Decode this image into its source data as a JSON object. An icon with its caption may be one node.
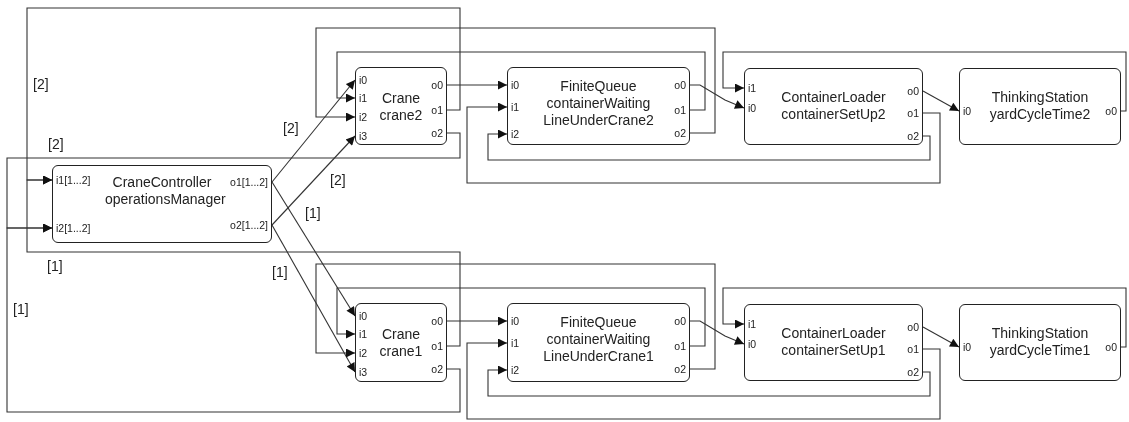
{
  "diagram": {
    "nodes": [
      {
        "text": [
          "i1[1...2]",
          "i2[1...2]",
          "CraneController operationsManager",
          "o1[1...2]",
          "o2[1...2]"
        ]
      },
      {
        "text": [
          "i0",
          "i1",
          "i2",
          "i3",
          "Crane crane2",
          "o0",
          "o1",
          "o2"
        ]
      },
      {
        "text": [
          "i0",
          "i1",
          "i2",
          "FiniteQueue containerWaiting LineUnderCrane2",
          "o0",
          "o1",
          "o2"
        ]
      },
      {
        "text": [
          "i1",
          "i0",
          "ContainerLoader containerSetUp2",
          "o0",
          "o1",
          "o2"
        ]
      },
      {
        "text": [
          "i0",
          "ThinkingStation yardCycleTime2",
          "o0"
        ]
      },
      {
        "text": [
          "i0",
          "i1",
          "i2",
          "i3",
          "Crane crane1",
          "o0",
          "o1",
          "o2"
        ]
      },
      {
        "text": [
          "i0",
          "i1",
          "i2",
          "FiniteQueue containerWaiting LineUnderCrane1",
          "o0",
          "o1",
          "o2"
        ]
      },
      {
        "text": [
          "i1",
          "i0",
          "ContainerLoader containerSetUp1",
          "o0",
          "o1",
          "o2"
        ]
      },
      {
        "text": [
          "i0",
          "ThinkingStation yardCycleTime1",
          "o0"
        ]
      }
    ],
    "edges": [
      {
        "from": 0,
        "to": 1,
        "arrow": "to",
        "label": "[2]"
      },
      {
        "from": 0,
        "to": 1,
        "arrow": "to",
        "label": "[2]"
      },
      {
        "from": 0,
        "to": 5,
        "arrow": "to",
        "label": "[1]"
      },
      {
        "from": 0,
        "to": 5,
        "arrow": "to",
        "label": "[1]"
      },
      {
        "from": 1,
        "to": 0,
        "arrow": "to",
        "label": "[2]"
      },
      {
        "from": 1,
        "to": 0,
        "arrow": "to",
        "label": "[2]"
      },
      {
        "from": 5,
        "to": 0,
        "arrow": "to",
        "label": "[1]"
      },
      {
        "from": 5,
        "to": 0,
        "arrow": "to",
        "label": "[1]"
      },
      {
        "from": 1,
        "to": 2,
        "arrow": "to"
      },
      {
        "from": 2,
        "to": 1,
        "arrow": "to"
      },
      {
        "from": 2,
        "to": 1,
        "arrow": "to"
      },
      {
        "from": 2,
        "to": 3,
        "arrow": "to"
      },
      {
        "from": 3,
        "to": 2,
        "arrow": "to"
      },
      {
        "from": 3,
        "to": 2,
        "arrow": "to"
      },
      {
        "from": 3,
        "to": 4,
        "arrow": "to"
      },
      {
        "from": 4,
        "to": 3,
        "arrow": "to"
      },
      {
        "from": 5,
        "to": 6,
        "arrow": "to"
      },
      {
        "from": 6,
        "to": 5,
        "arrow": "to"
      },
      {
        "from": 6,
        "to": 5,
        "arrow": "to"
      },
      {
        "from": 6,
        "to": 7,
        "arrow": "to"
      },
      {
        "from": 7,
        "to": 6,
        "arrow": "to"
      },
      {
        "from": 7,
        "to": 6,
        "arrow": "to"
      },
      {
        "from": 7,
        "to": 8,
        "arrow": "to"
      },
      {
        "from": 8,
        "to": 7,
        "arrow": "to"
      }
    ]
  }
}
